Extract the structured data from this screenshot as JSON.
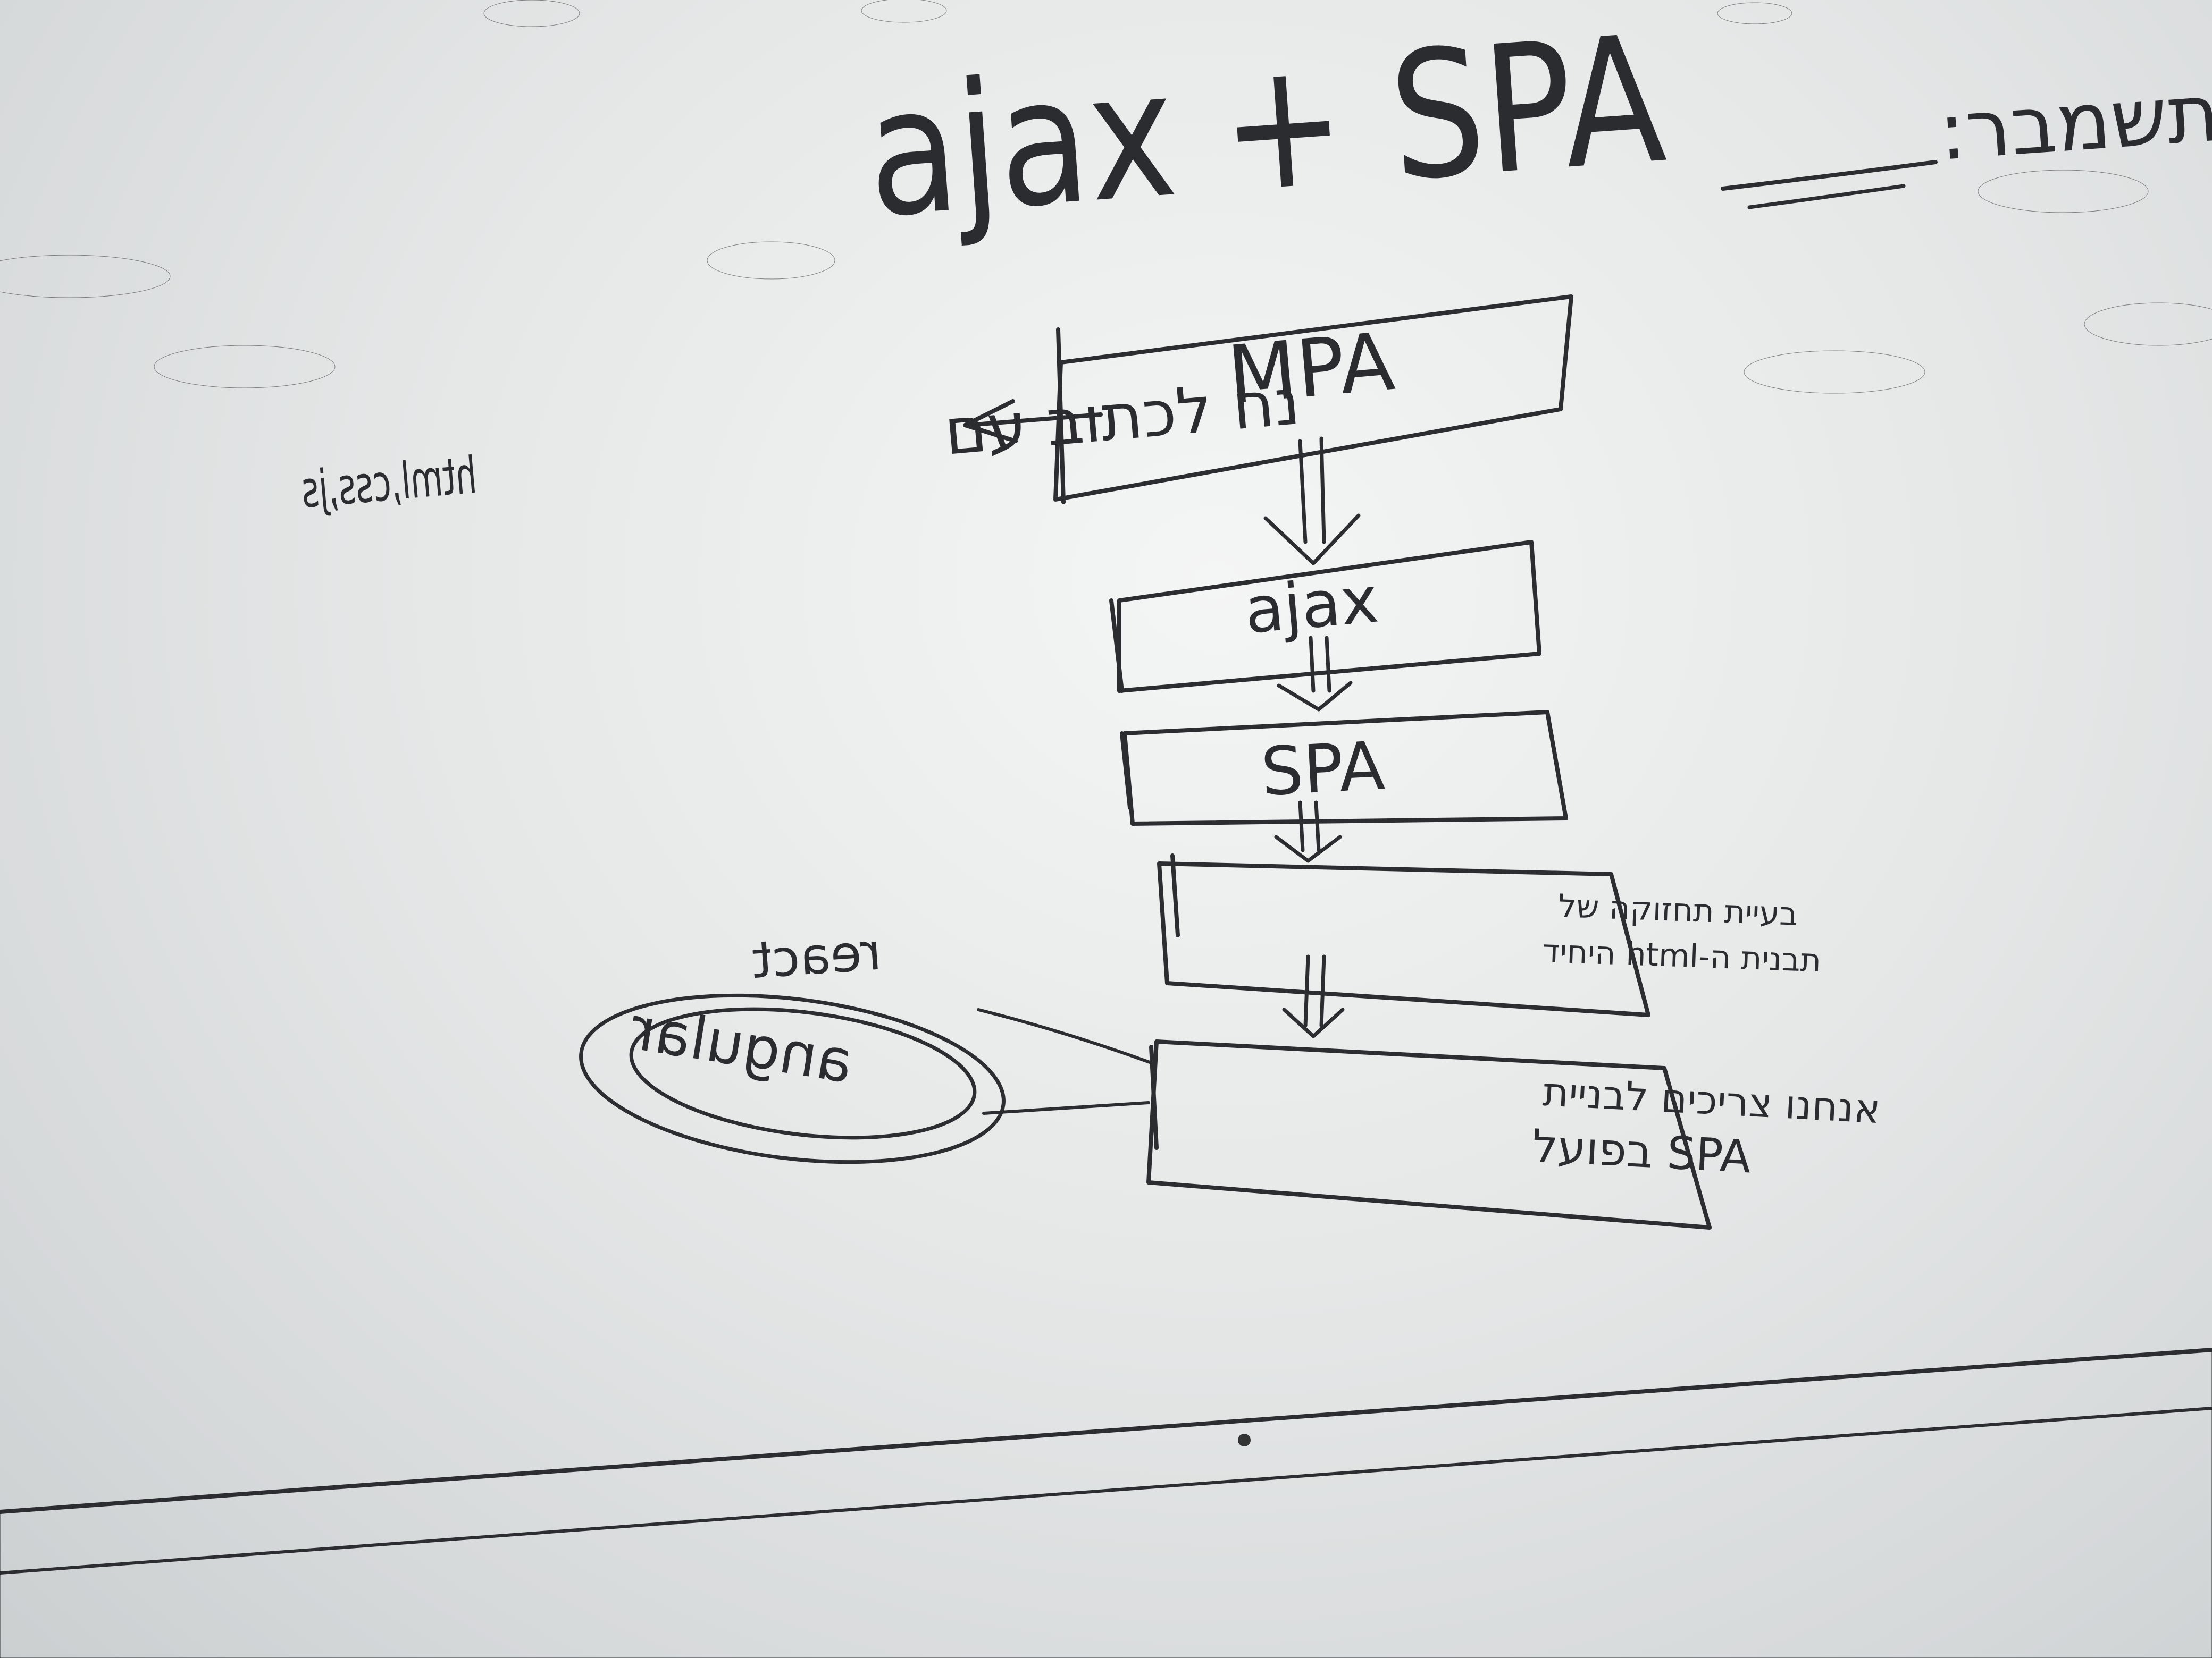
{
  "title": {
    "hebrew_label": "תשמבר:",
    "english": "ajax + SPA"
  },
  "flow_boxes": [
    {
      "text": "MPA"
    },
    {
      "text": "ajax"
    },
    {
      "text": "SPA"
    },
    {
      "line1": "בעיית תחזוקה של",
      "line2": "תבנית ה-html היחיד"
    },
    {
      "line1": "אנחנו צריכים לבניית",
      "line2": "SPA בפועל"
    }
  ],
  "side_note": {
    "hebrew": "נח לכתוב עם",
    "tech": "html,css,js"
  },
  "frameworks": {
    "react": "react",
    "angular": "angular"
  }
}
